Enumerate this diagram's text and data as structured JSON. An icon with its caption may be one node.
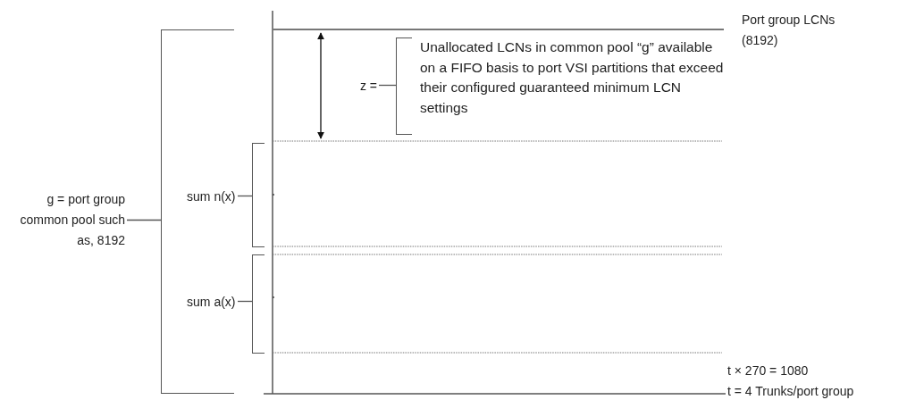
{
  "diagram": {
    "nodes": [
      {
        "text": [
          "g = port group common pool such as, 8192"
        ]
      },
      {
        "text": [],
        "shape": "bracket"
      },
      {
        "text": [
          "sum n(x)"
        ],
        "in": 1
      },
      {
        "text": [],
        "shape": "bracket"
      },
      {
        "text": [
          "sum a(x)"
        ],
        "in": 1
      },
      {
        "text": [],
        "shape": "bracket"
      },
      {
        "text": [
          "z ="
        ]
      },
      {
        "text": [],
        "shape": "bracket"
      }
    ],
    "edges": [
      {
        "from": 0,
        "to": 1,
        "arrow": "none"
      },
      {
        "from": 2,
        "to": 3,
        "arrow": "none"
      },
      {
        "from": 4,
        "to": 5,
        "arrow": "none"
      },
      {
        "from": 6,
        "to": 7,
        "arrow": "none"
      }
    ],
    "labels": [
      "Port group LCNs (8192)",
      "Unallocated LCNs in common pool “g” available on a FIFO basis to port VSI partitions that exceed their configured guaranteed minimum LCN settings",
      "t × 270 = 1080",
      "t = 4 Trunks/port group"
    ]
  }
}
